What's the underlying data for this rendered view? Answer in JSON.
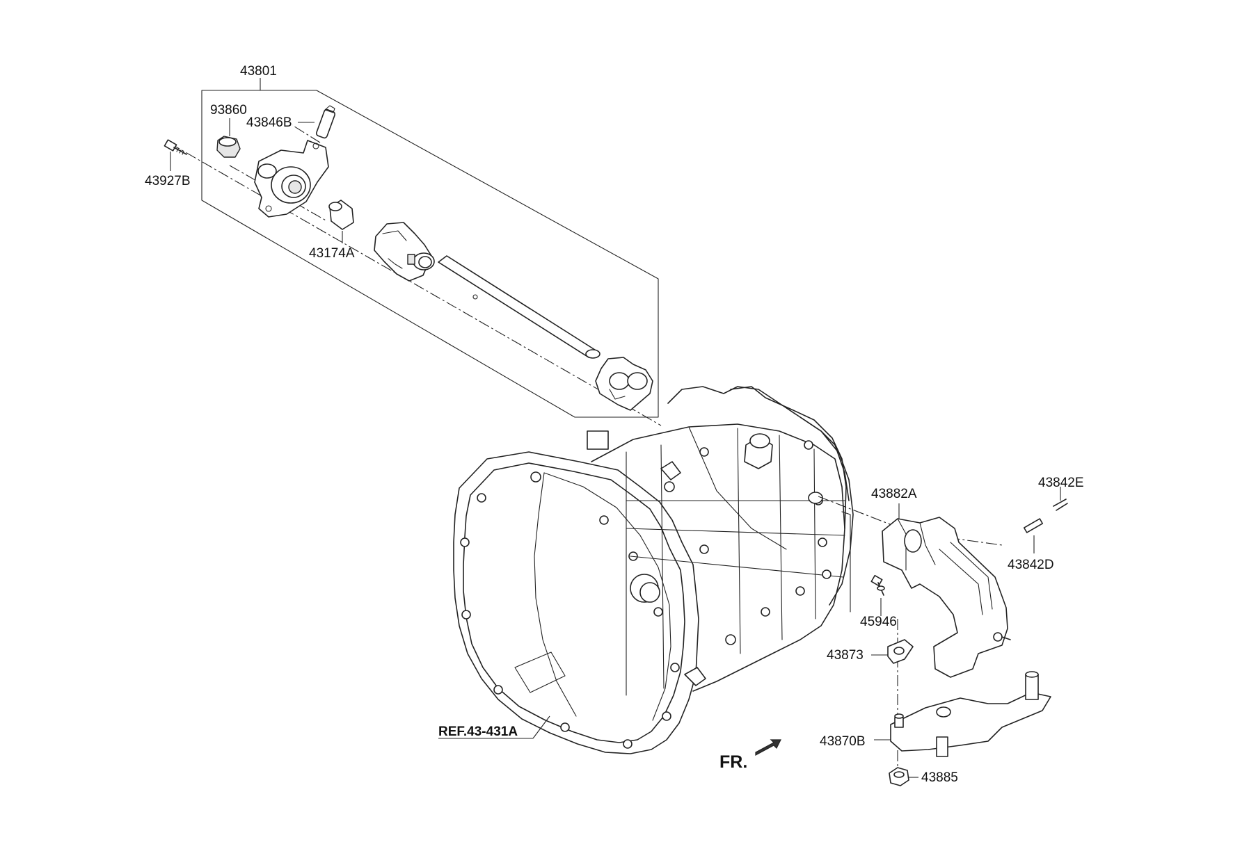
{
  "labels": {
    "p43801": "43801",
    "p93860": "93860",
    "p43846B": "43846B",
    "p43927B": "43927B",
    "p43174A": "43174A",
    "p43882A": "43882A",
    "p43842E": "43842E",
    "p43842D": "43842D",
    "p45946": "45946",
    "p43873": "43873",
    "p43870B": "43870B",
    "p43885": "43885",
    "ref": "REF.43-431A",
    "fr": "FR."
  }
}
